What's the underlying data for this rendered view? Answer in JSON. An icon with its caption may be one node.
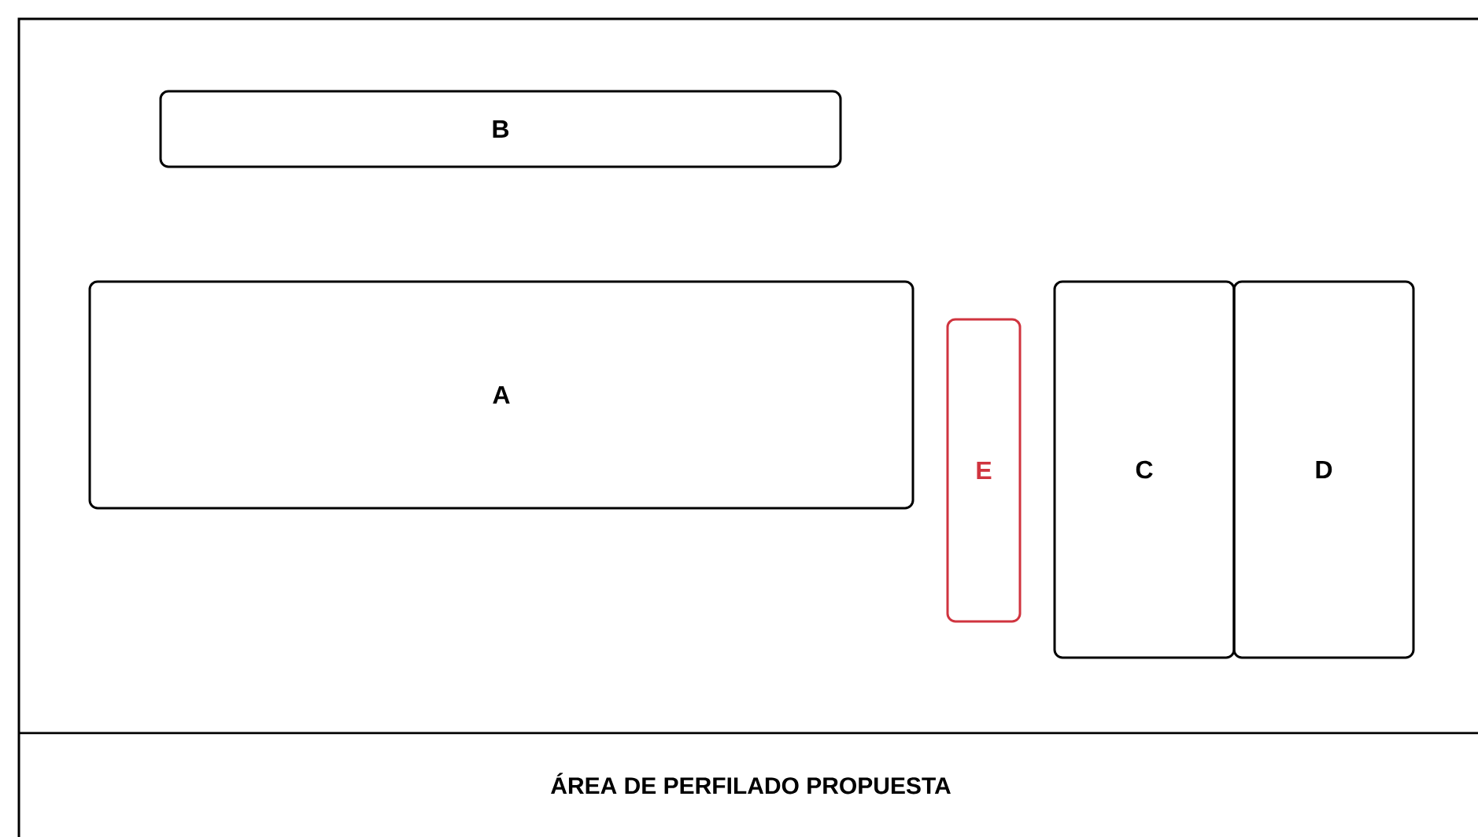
{
  "diagram": {
    "title": "ÁREA DE PERFILADO PROPUESTA",
    "nodes": [
      {
        "text": [
          "B"
        ]
      },
      {
        "text": [
          "A"
        ]
      },
      {
        "text": [
          "E"
        ]
      },
      {
        "text": [
          "C"
        ]
      },
      {
        "text": [
          "D"
        ]
      }
    ],
    "edges": []
  }
}
